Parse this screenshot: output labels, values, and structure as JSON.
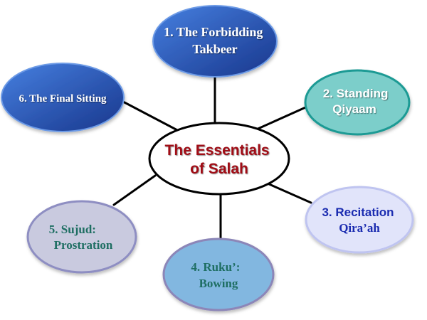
{
  "center": {
    "lines": [
      "The Essentials",
      "of Salah"
    ],
    "text_color": "#A01018",
    "fill": "#FFFFFF",
    "stroke": "#000000"
  },
  "nodes": [
    {
      "id": "forbidding-takbeer",
      "lines": [
        "1. The Forbidding",
        "Takbeer"
      ],
      "fill_light": "#3F78D8",
      "fill_dark": "#1C3F99",
      "stroke": "#5B8FE0",
      "text_color": "#FFFFFF"
    },
    {
      "id": "standing-qiyaam",
      "lines": [
        "2. Standing",
        "Qiyaam"
      ],
      "fill_light": "#7DCFCB",
      "fill_dark": "#73C8C4",
      "stroke": "#1E9A94",
      "text_color": "#FFFFFF"
    },
    {
      "id": "recitation-qiraah",
      "lines": [
        "3. Recitation",
        "Qira’ah"
      ],
      "fill_light": "#E6E8FB",
      "fill_dark": "#DCDFF8",
      "stroke": "#B8BEEE",
      "text_color": "#1A2BB0"
    },
    {
      "id": "ruku-bowing",
      "lines": [
        "4. Ruku’:",
        "Bowing"
      ],
      "fill_light": "#8ABCE3",
      "fill_dark": "#7EB2DC",
      "stroke": "#8C86B8",
      "text_color": "#1E6E62"
    },
    {
      "id": "sujud-prostration",
      "lines": [
        "5. Sujud:",
        "Prostration"
      ],
      "fill_light": "#CDCEE2",
      "fill_dark": "#C4C5DC",
      "stroke": "#8F8FC0",
      "text_color": "#1E6E62"
    },
    {
      "id": "final-sitting",
      "lines": [
        "6. The Final Sitting"
      ],
      "fill_light": "#3F78D8",
      "fill_dark": "#1C3F99",
      "stroke": "#5B8FE0",
      "text_color": "#FFFFFF"
    }
  ]
}
